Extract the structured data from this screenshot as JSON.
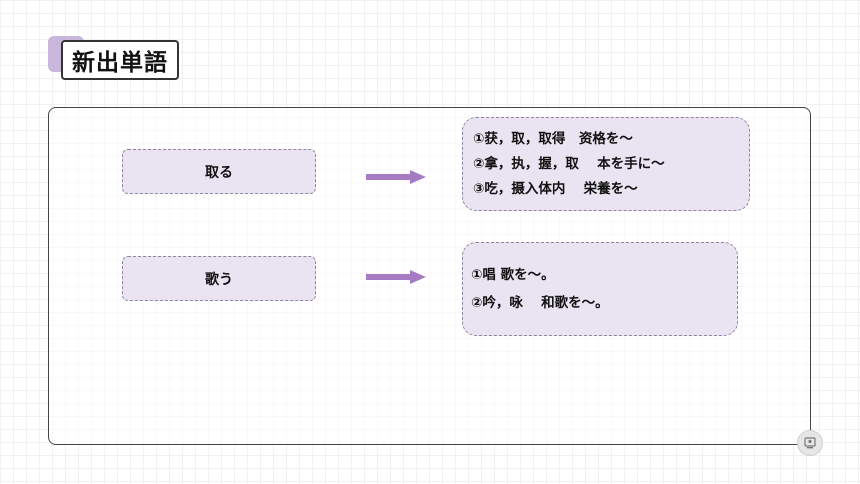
{
  "header": {
    "title": "新出単語"
  },
  "vocab": [
    {
      "word": "取る",
      "meanings": [
        "①获，取，取得　资格を～",
        "②拿，执，握，取　 本を手に～",
        "③吃，摄入体内　 栄養を～"
      ]
    },
    {
      "word": "歌う",
      "meanings": [
        "①唱 歌を～。",
        "②吟，咏　 和歌を～。"
      ]
    }
  ],
  "colors": {
    "accent": "#a77bc4",
    "card_bg": "#eae4f2",
    "card_border": "#8f84a0"
  },
  "icons": {
    "corner": "presenter-icon",
    "arrow": "right-arrow-icon"
  }
}
